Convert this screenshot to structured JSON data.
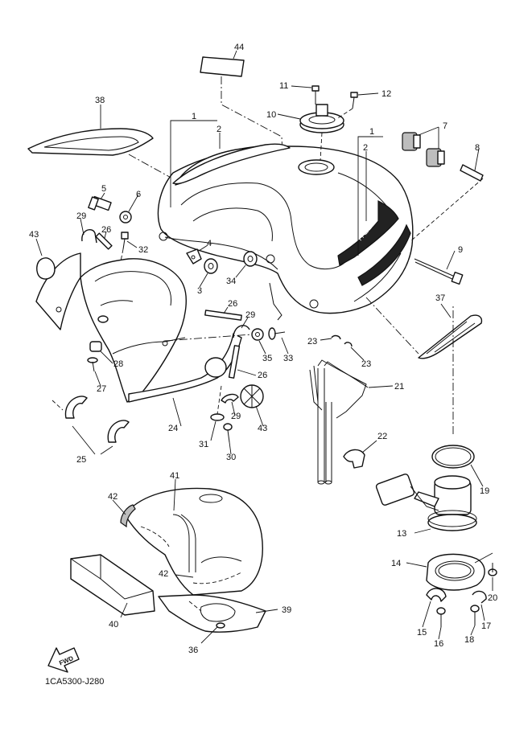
{
  "diagram_code": "1CA5300-J280",
  "fwd_label": "FWD",
  "tank_decal_text": "FAZER",
  "callouts": {
    "c1a": "1",
    "c2a": "2",
    "c1b": "1",
    "c2b": "2",
    "c3": "3",
    "c4": "4",
    "c5": "5",
    "c6": "6",
    "c7": "7",
    "c8": "8",
    "c9": "9",
    "c10": "10",
    "c11": "11",
    "c12": "12",
    "c13": "13",
    "c14": "14",
    "c15": "15",
    "c16": "16",
    "c17": "17",
    "c18": "18",
    "c19": "19",
    "c20": "20",
    "c21": "21",
    "c22": "22",
    "c23a": "23",
    "c23b": "23",
    "c24": "24",
    "c25": "25",
    "c26a": "26",
    "c26b": "26",
    "c26c": "26",
    "c27": "27",
    "c28": "28",
    "c29a": "29",
    "c29b": "29",
    "c29c": "29",
    "c30": "30",
    "c31": "31",
    "c32": "32",
    "c33": "33",
    "c34": "34",
    "c35": "35",
    "c36": "36",
    "c37": "37",
    "c38": "38",
    "c39": "39",
    "c40": "40",
    "c41": "41",
    "c42a": "42",
    "c42b": "42",
    "c43a": "43",
    "c43b": "43",
    "c44": "44"
  }
}
